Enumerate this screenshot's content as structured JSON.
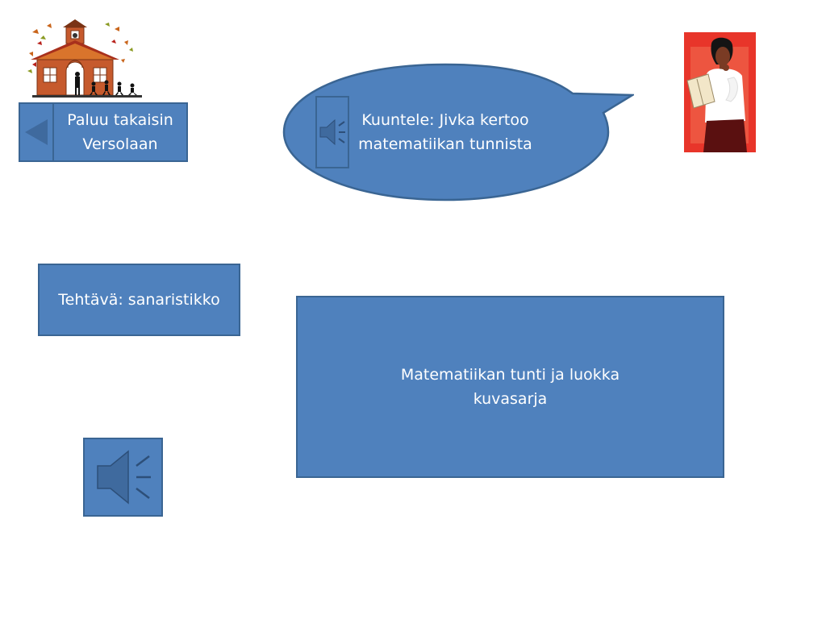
{
  "nav": {
    "back_label": "Paluu takaisin\nVersolaan",
    "back_icon": "triangle-left-icon"
  },
  "speech": {
    "label": "Kuuntele: Jivka kertoo\nmatematiikan tunnista",
    "icon": "speaker-icon"
  },
  "task": {
    "label": "Tehtävä: sanaristikko"
  },
  "gallery": {
    "label": "Matematiikan tunti ja luokka\nkuvasarja"
  },
  "sound": {
    "icon": "speaker-icon"
  },
  "images": {
    "school": "schoolhouse-clipart",
    "teacher": "teacher-reading-clipart"
  },
  "colors": {
    "button_fill": "#4f81bd",
    "button_border": "#3a6593",
    "teacher_bg": "#e8352a"
  }
}
